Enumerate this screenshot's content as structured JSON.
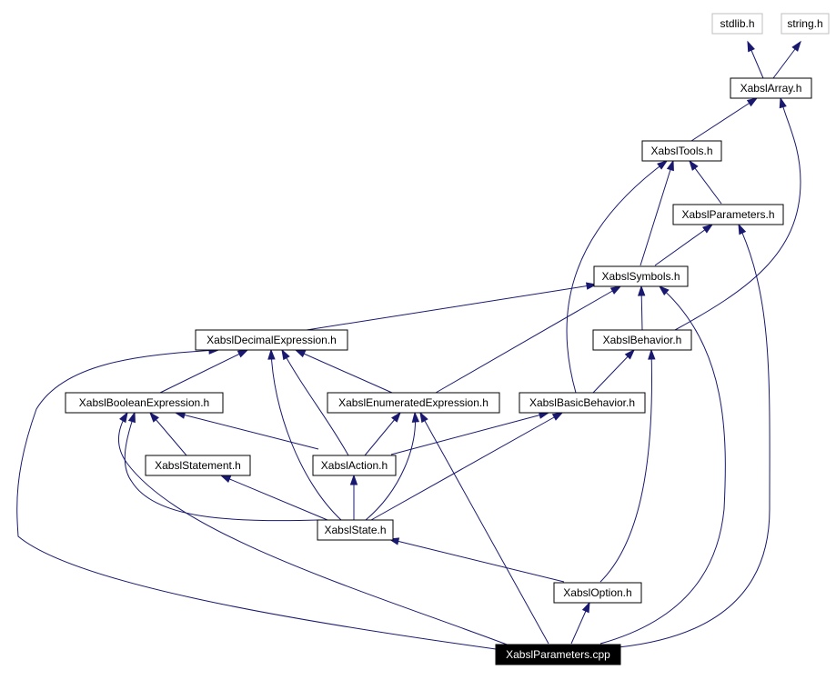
{
  "diagram": {
    "colors": {
      "edge": "#191970",
      "node_border": "#000000",
      "external_border": "#bfbfbf",
      "root_fill": "#000000",
      "root_text": "#ffffff"
    },
    "nodes": {
      "stdlib": "stdlib.h",
      "string": "string.h",
      "array": "XabslArray.h",
      "tools": "XabslTools.h",
      "parameters_h": "XabslParameters.h",
      "symbols": "XabslSymbols.h",
      "decimal_expr": "XabslDecimalExpression.h",
      "behavior": "XabslBehavior.h",
      "boolean_expr": "XabslBooleanExpression.h",
      "enumerated_expr": "XabslEnumeratedExpression.h",
      "basic_behavior": "XabslBasicBehavior.h",
      "statement": "XabslStatement.h",
      "action": "XabslAction.h",
      "state": "XabslState.h",
      "option": "XabslOption.h",
      "parameters_cpp": "XabslParameters.cpp"
    }
  }
}
